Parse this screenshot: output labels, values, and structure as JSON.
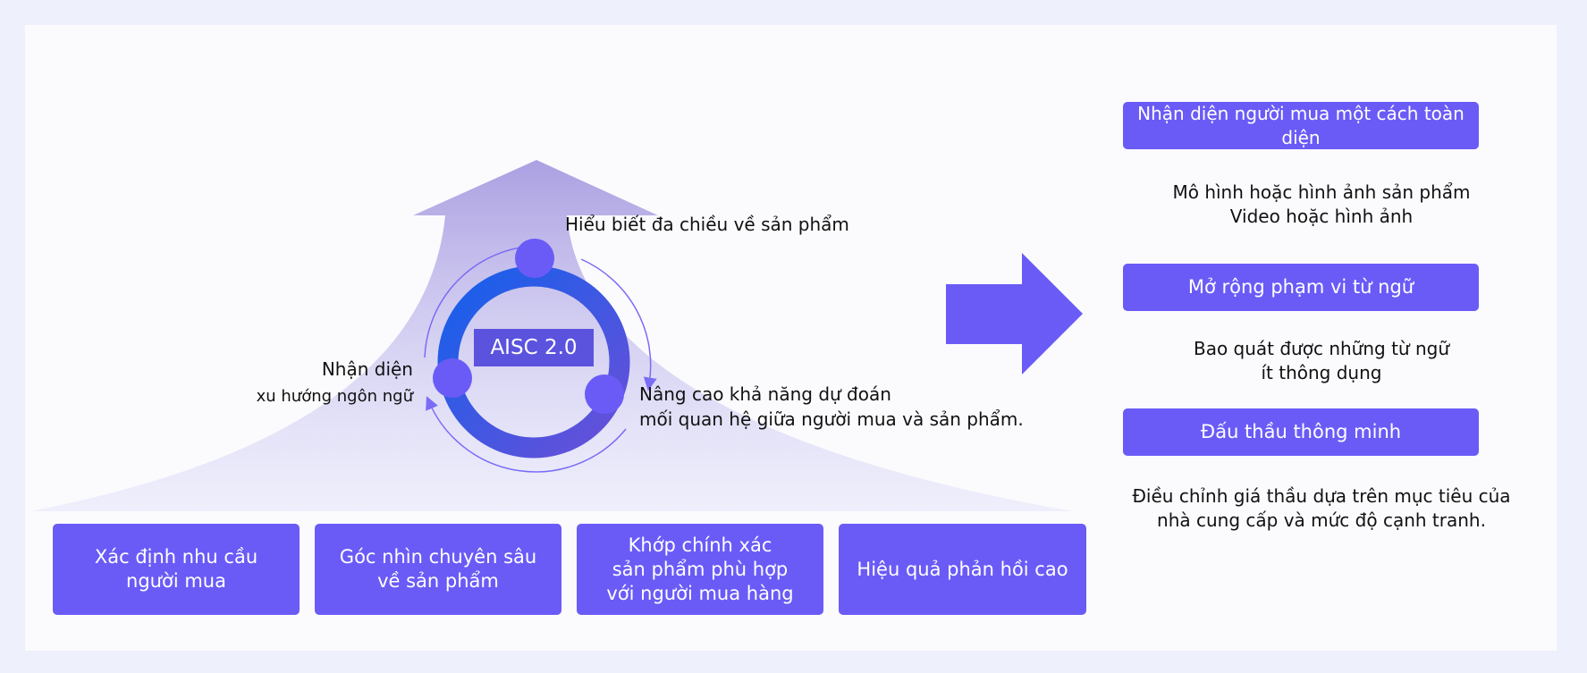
{
  "center_label": "AISC 2.0",
  "cycle": {
    "top": "Hiểu biết đa chiều về sản phẩm",
    "left_line1": "Nhận diện",
    "left_line2": "xu hướng  ngôn ngữ",
    "right_line1": "Nâng cao khả năng dự đoán",
    "right_line2": "mối quan hệ giữa người mua và sản phẩm."
  },
  "bottom_boxes": [
    {
      "line1": "Xác định nhu cầu",
      "line2": "người mua",
      "line3": ""
    },
    {
      "line1": "Góc nhìn chuyên sâu",
      "line2": "về sản phẩm",
      "line3": ""
    },
    {
      "line1": "Khớp chính xác",
      "line2": "sản phẩm phù hợp",
      "line3": "với người mua hàng"
    },
    {
      "line1": "Hiệu quả phản hồi cao",
      "line2": "",
      "line3": ""
    }
  ],
  "right": [
    {
      "title": "Nhận diện người mua một cách toàn diện",
      "desc1": "Mô hình hoặc hình ảnh sản phẩm",
      "desc2": "Video hoặc hình ảnh"
    },
    {
      "title": "Mở rộng phạm vi từ ngữ",
      "desc1": "Bao quát được những từ  ngữ",
      "desc2": "ít thông dụng"
    },
    {
      "title": "Đấu thầu thông minh",
      "desc1": "Điều chỉnh giá thầu dựa trên mục tiêu của",
      "desc2": "nhà cung cấp và mức độ cạnh tranh."
    }
  ],
  "colors": {
    "accent": "#6a5bf7",
    "background": "#eef0fc"
  }
}
